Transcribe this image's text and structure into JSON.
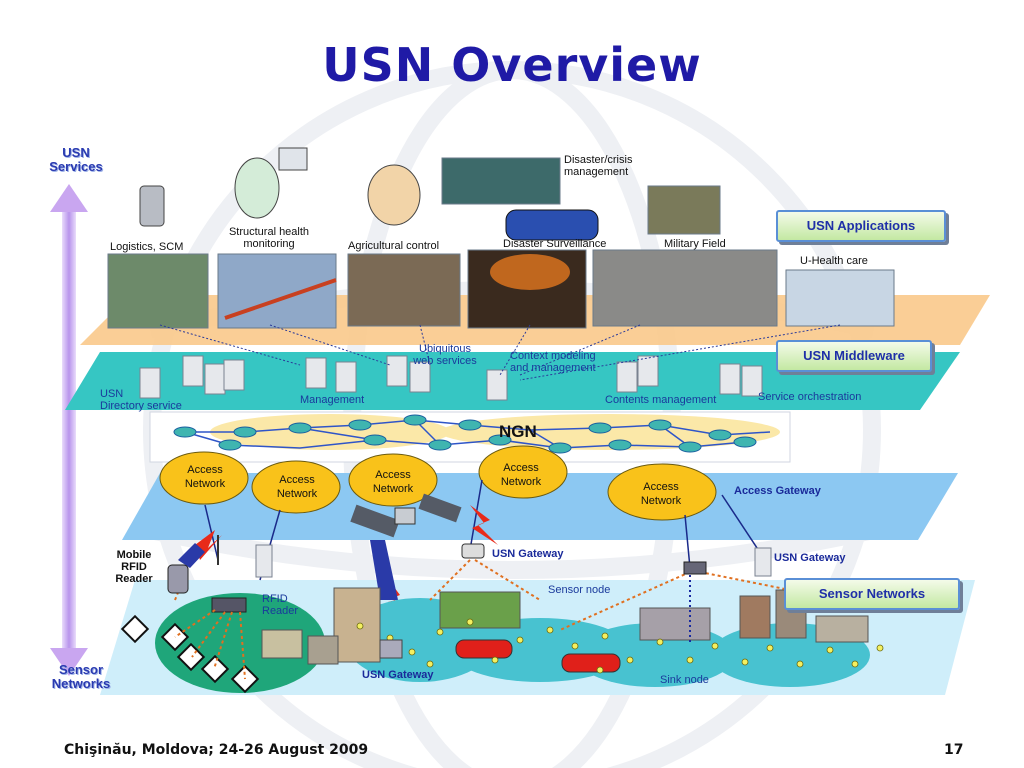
{
  "slide": {
    "title": "USN Overview",
    "footer_left": "Chişinău, Moldova; 24-26 August 2009",
    "page_number": "17"
  },
  "axis": {
    "top_label": "USN\nServices",
    "bottom_label": "Sensor\nNetworks"
  },
  "layers": {
    "applications": "USN Applications",
    "middleware": "USN Middleware",
    "ngn": "NGN",
    "sensor_networks": "Sensor Networks"
  },
  "applications": {
    "logistics": "Logistics, SCM",
    "structural": "Structural health\nmonitoring",
    "agricultural": "Agricultural control",
    "disaster_surveillance": "Disaster Surveillance",
    "disaster_crisis": "Disaster/crisis\nmanagement",
    "military": "Military Field",
    "uhealth": "U-Health care"
  },
  "middleware": {
    "directory": "USN\nDirectory service",
    "management": "Management",
    "ubiquitous": "Ubiquitous\nweb services",
    "context": "Context modeling\nand management",
    "contents": "Contents management",
    "orchestration": "Service orchestration"
  },
  "access": {
    "cloud_label": "Access\nNetwork",
    "gateway": "Access Gateway"
  },
  "sensor": {
    "mobile_rfid": "Mobile\nRFID\nReader",
    "rfid_reader": "RFID\nReader",
    "usn_gateway": "USN Gateway",
    "sensor_node": "Sensor node",
    "sink_node": "Sink node"
  },
  "colors": {
    "title": "#1f1aa6",
    "apps_plane": "#f9c98b",
    "middleware_plane": "#36c6c3",
    "access_plane": "#8cc8f2",
    "sensor_plane": "#cfeefa",
    "cloud": "#f9c21a",
    "axis_arrow": "#c9a6f0"
  }
}
